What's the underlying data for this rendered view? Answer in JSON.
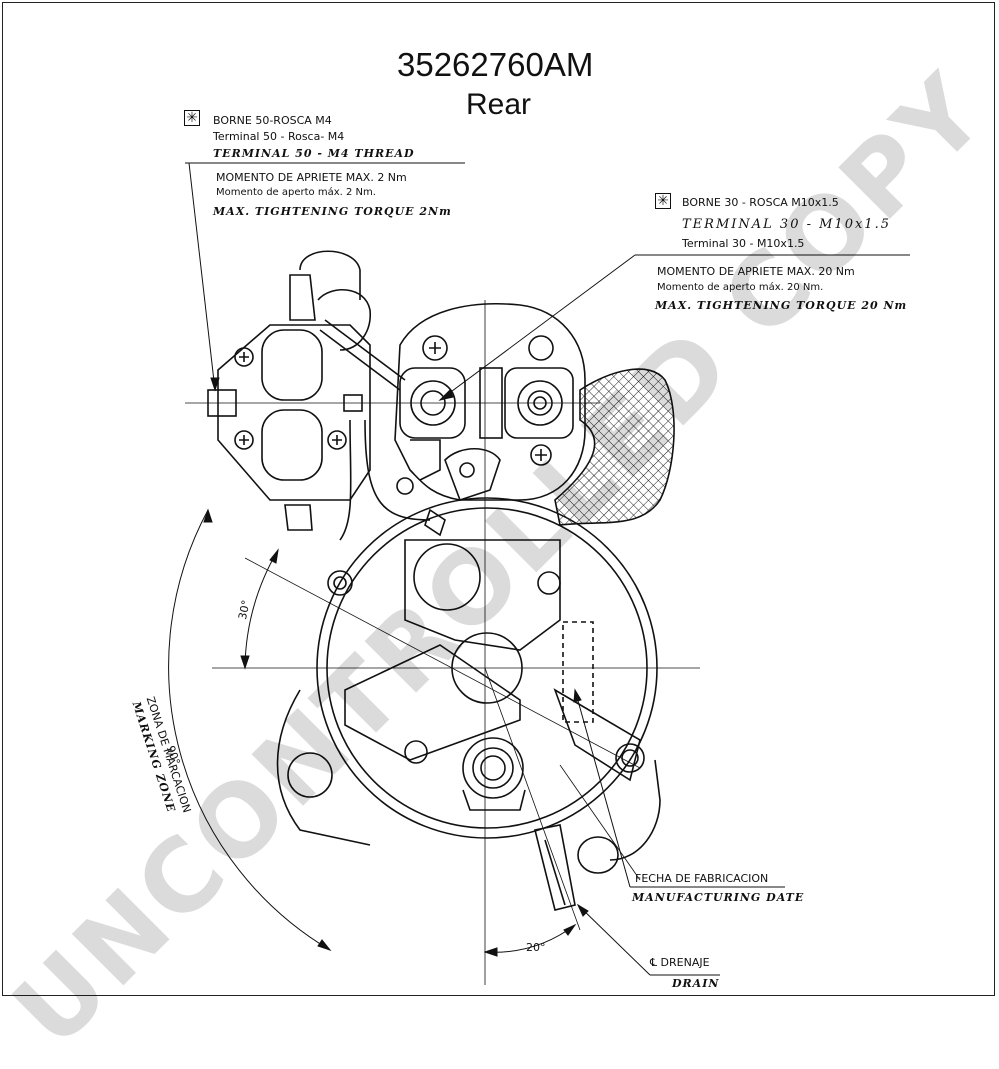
{
  "title": {
    "part_number": "35262760AM",
    "view": "Rear"
  },
  "terminal50": {
    "line1": "BORNE 50-ROSCA M4",
    "line2": "Terminal 50 - Rosca- M4",
    "line3": "TERMINAL 50 - M4 THREAD",
    "torque1": "MOMENTO DE APRIETE MAX. 2 Nm",
    "torque2": "Momento de aperto máx. 2 Nm.",
    "torque3": "MAX. TIGHTENING TORQUE 2Nm"
  },
  "terminal30": {
    "line1": "BORNE 30 - ROSCA M10x1.5",
    "line2": "TERMINAL 30 - M10x1.5",
    "line3": "Terminal 30 - M10x1.5",
    "torque1": "MOMENTO DE APRIETE MAX. 20 Nm",
    "torque2": "Momento de aperto máx. 20 Nm.",
    "torque3": "MAX. TIGHTENING TORQUE 20 Nm"
  },
  "marking_zone": {
    "line1": "ZONA DE MARCACION",
    "line2": "MARKING ZONE"
  },
  "angles": {
    "a30": "30°",
    "a90": "90°",
    "a20": "20°"
  },
  "manufacturing": {
    "line1": "FECHA DE FABRICACION",
    "line2": "MANUFACTURING DATE"
  },
  "drain": {
    "line1": "℄ DRENAJE",
    "line2": "DRAIN"
  },
  "watermark": "UNCONTROLLED COPY",
  "icons": {
    "terminal_marker": "asterisk-box-icon"
  }
}
